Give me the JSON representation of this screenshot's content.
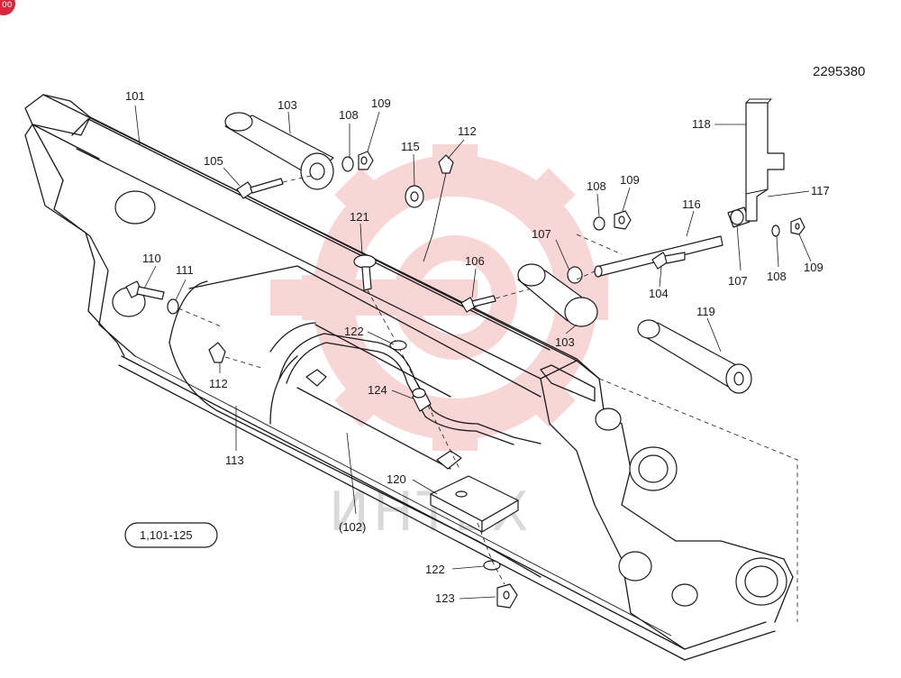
{
  "document_number": "2295380",
  "reference_oval": "1,101-125",
  "watermark_text": "ИНТЕХ",
  "watermark_color": "#f6c9c9",
  "corner_badge": "00",
  "corner_badge_color": "#d8263a",
  "callouts": {
    "c101": "101",
    "c102": "(102)",
    "c103a": "103",
    "c103b": "103",
    "c104": "104",
    "c105": "105",
    "c106": "106",
    "c107a": "107",
    "c107b": "107",
    "c108a": "108",
    "c108b": "108",
    "c108c": "108",
    "c109a": "109",
    "c109b": "109",
    "c109c": "109",
    "c110": "110",
    "c111": "111",
    "c112a": "112",
    "c112b": "112",
    "c113": "113",
    "c115": "115",
    "c116": "116",
    "c117": "117",
    "c118": "118",
    "c119": "119",
    "c120": "120",
    "c121": "121",
    "c122a": "122",
    "c122b": "122",
    "c123": "123",
    "c124": "124"
  }
}
